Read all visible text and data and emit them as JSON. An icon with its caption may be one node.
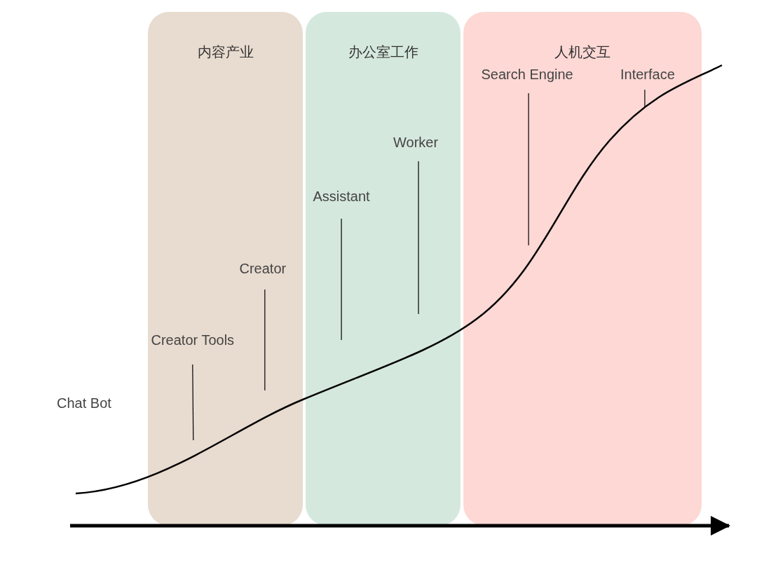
{
  "diagram": {
    "nodes": [
      {
        "text": [
          "内容产业"
        ]
      },
      {
        "text": [
          "办公室工作"
        ]
      },
      {
        "text": [
          "人机交互"
        ]
      },
      {
        "text": [
          "Creator Tools"
        ],
        "in": 0
      },
      {
        "text": [
          "Creator"
        ],
        "in": 0
      },
      {
        "text": [
          "Assistant"
        ],
        "in": 1
      },
      {
        "text": [
          "Worker"
        ],
        "in": 1
      },
      {
        "text": [
          "Search Engine"
        ],
        "in": 2
      },
      {
        "text": [
          "Interface"
        ],
        "in": 2
      }
    ],
    "edges": [
      {
        "from": 3,
        "to": null,
        "arrow": "none"
      },
      {
        "from": 4,
        "to": null,
        "arrow": "none"
      },
      {
        "from": 5,
        "to": null,
        "arrow": "none"
      },
      {
        "from": 6,
        "to": null,
        "arrow": "none"
      },
      {
        "from": 7,
        "to": null,
        "arrow": "none"
      },
      {
        "from": 8,
        "to": null,
        "arrow": "none"
      }
    ],
    "labels": [
      "Chat Bot"
    ]
  }
}
